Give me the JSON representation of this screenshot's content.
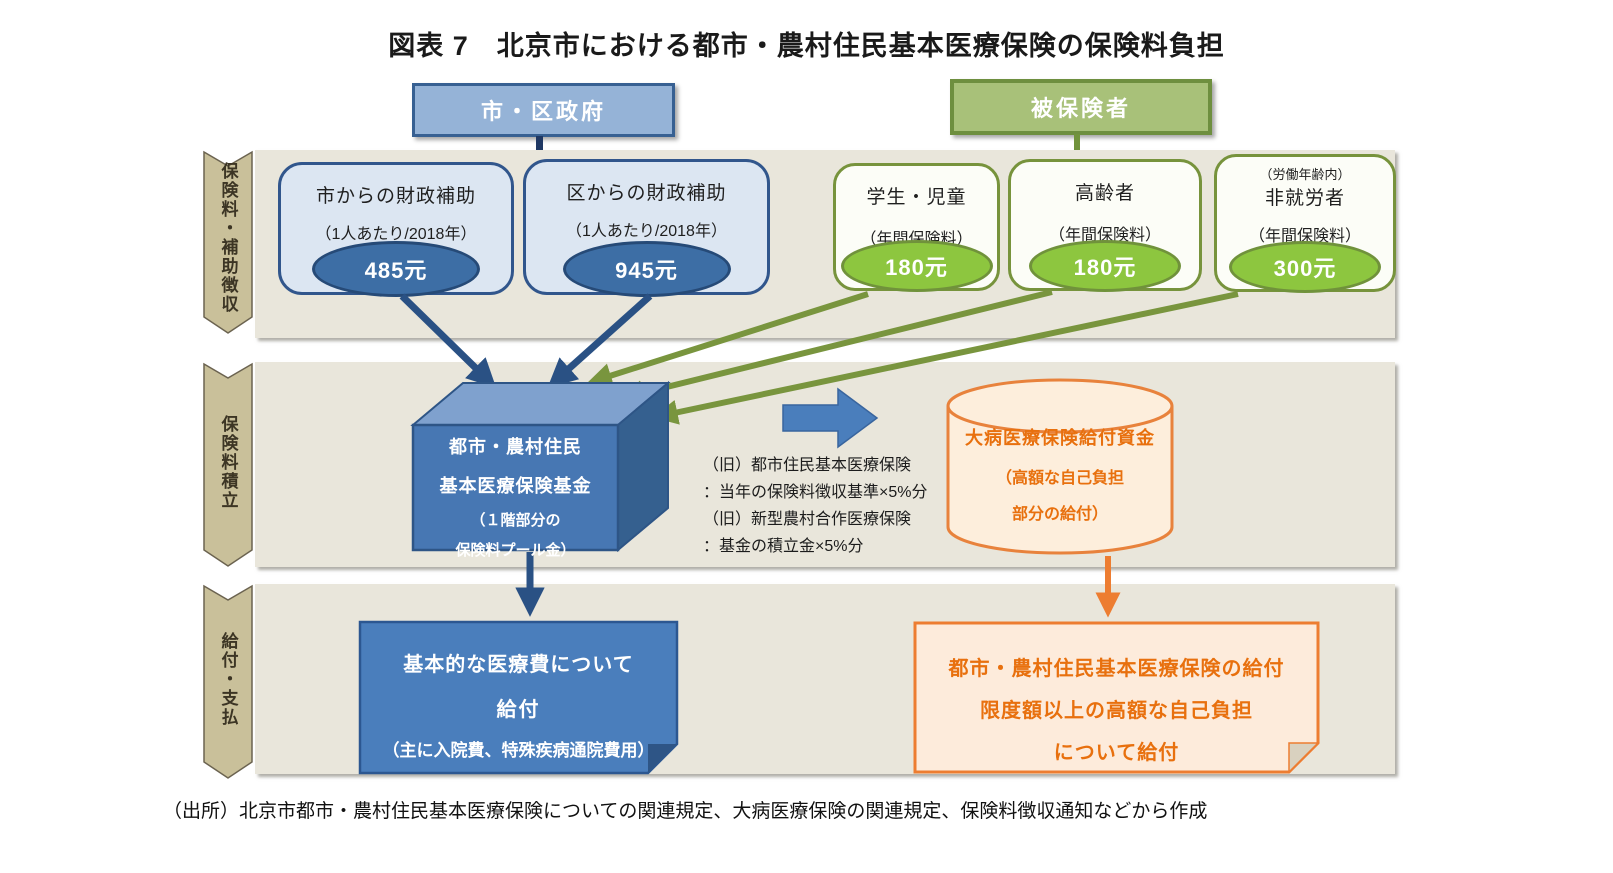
{
  "title": "図表 7　北京市における都市・農村住民基本医療保険の保険料負担",
  "source": "（出所）北京市都市・農村住民基本医療保険についての関連規定、大病医療保険の関連規定、保険料徴収通知などから作成",
  "actors": {
    "government": {
      "label": "市・区政府"
    },
    "insured": {
      "label": "被保険者"
    }
  },
  "stages": [
    {
      "label": "保険料・補助徴収"
    },
    {
      "label": "保険料積立"
    },
    {
      "label": "給付・支払"
    }
  ],
  "contributions": [
    {
      "title": "市からの財政補助",
      "subtitle": "（1人あたり/2018年）",
      "amount": "485元"
    },
    {
      "title": "区からの財政補助",
      "subtitle": "（1人あたり/2018年）",
      "amount": "945元"
    },
    {
      "title": "学生・児童",
      "subtitle": "（年間保険料）",
      "amount": "180元"
    },
    {
      "title": "高齢者",
      "subtitle": "（年間保険料）",
      "amount": "180元"
    },
    {
      "title": "非就労者",
      "note": "（労働年齢内）",
      "subtitle": "（年間保険料）",
      "amount": "300元"
    }
  ],
  "fund": {
    "line1": "都市・農村住民",
    "line2": "基本医療保険基金",
    "line3": "（１階部分の",
    "line4": "保険料プール金）"
  },
  "legacy": {
    "line1": "（旧）都市住民基本医療保険",
    "line2": "：当年の保険料徴収基準×5%分",
    "line3": "（旧）新型農村合作医療保険",
    "line4": "：基金の積立金×5%分"
  },
  "reserve": {
    "line1": "大病医療保険給付資金",
    "line2": "（高額な自己負担",
    "line3": "部分の給付）"
  },
  "benefits": {
    "basic": {
      "line1": "基本的な医療費について",
      "line2": "給付",
      "line3": "（主に入院費、特殊疾病通院費用）"
    },
    "catastrophic": {
      "line1": "都市・農村住民基本医療保険の給付",
      "line2": "限度額以上の高額な自己負担",
      "line3": "について給付"
    }
  },
  "colors": {
    "government_fill": "#95B3D7",
    "government_border": "#376092",
    "insured_fill": "#A8C179",
    "insured_border": "#6E8F3F",
    "navy_arrow": "#2A5184",
    "green_arrow": "#79953E",
    "orange_accent": "#ED7D31",
    "orange_text": "#E8700E",
    "band_background": "#E9E6DB",
    "ribbon_fill": "#C9C09A",
    "blue_box_fill": "#DCE6F2",
    "blue_badge_fill": "#3D6EA5",
    "green_badge_fill": "#8DC63F",
    "fund_box_fill": "#4777B3",
    "note_blue_fill": "#4A7EBC",
    "note_orange_fill": "#FDEBDB"
  }
}
